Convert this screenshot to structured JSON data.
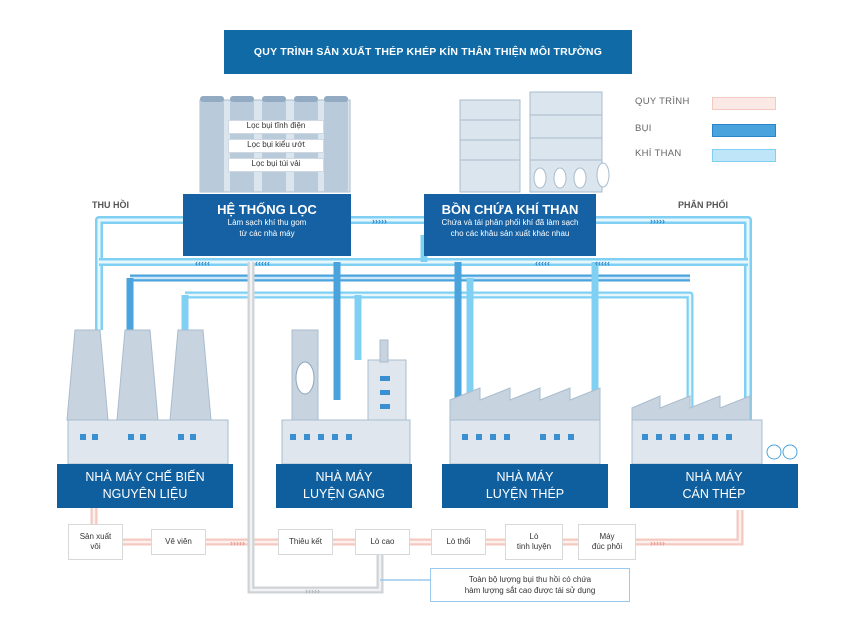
{
  "title": "QUY TRÌNH SẢN XUẤT THÉP KHÉP KÍN THÂN THIỆN MÔI TRƯỜNG",
  "legend": {
    "items": [
      {
        "label": "QUY TRÌNH",
        "color": "#f4c9c0"
      },
      {
        "label": "BỤI",
        "color": "#4aa3dc"
      },
      {
        "label": "KHÍ THAN",
        "color": "#7fd0f2"
      }
    ]
  },
  "filter_system": {
    "title": "HỆ THỐNG LỌC",
    "subtitle_line1": "Làm sạch khí thu gom",
    "subtitle_line2": "từ các nhà máy",
    "filters": [
      "Lọc bụi tĩnh điện",
      "Lọc bụi kiểu ướt",
      "Lọc bụi túi vải"
    ]
  },
  "gas_tank": {
    "title": "BỒN CHỨA KHÍ THAN",
    "subtitle_line1": "Chứa và tái phân phối khí đã làm sạch",
    "subtitle_line2": "cho các khâu sản xuất khác nhau"
  },
  "side_labels": {
    "left": "THU HỒI",
    "right": "PHÂN PHỐI"
  },
  "factories": [
    {
      "line1": "NHÀ MÁY CHẾ BIẾN",
      "line2": "NGUYÊN LIỆU"
    },
    {
      "line1": "NHÀ MÁY",
      "line2": "LUYỆN GANG"
    },
    {
      "line1": "NHÀ MÁY",
      "line2": "LUYỆN THÉP"
    },
    {
      "line1": "NHÀ MÁY",
      "line2": "CÁN THÉP"
    }
  ],
  "process_steps": [
    {
      "line1": "Sản xuất",
      "line2": "vôi"
    },
    {
      "line1": "Vê viên",
      "line2": ""
    },
    {
      "line1": "Thiêu kết",
      "line2": ""
    },
    {
      "line1": "Lò cao",
      "line2": ""
    },
    {
      "line1": "Lò thổi",
      "line2": ""
    },
    {
      "line1": "Lò",
      "line2": "tinh luyện"
    },
    {
      "line1": "Máy",
      "line2": "đúc phôi"
    }
  ],
  "note": {
    "line1": "Toàn bộ lượng bụi thu hồi có chứa",
    "line2": "hàm lượng sắt cao được tái sử dụng"
  }
}
